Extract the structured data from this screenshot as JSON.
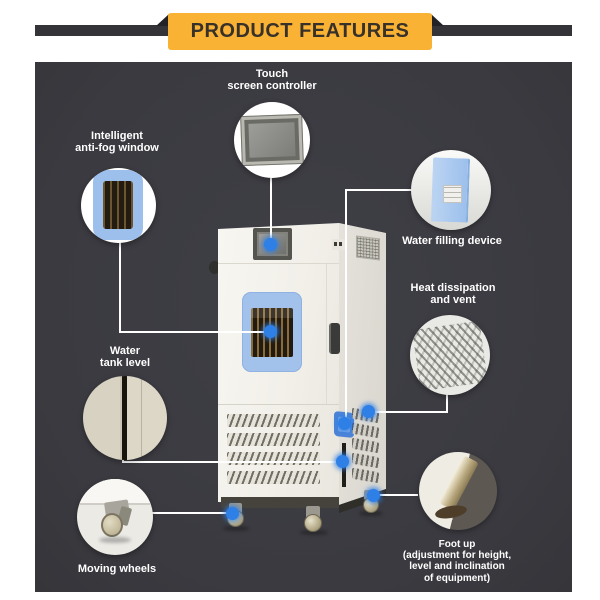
{
  "banner": {
    "title": "PRODUCT FEATURES"
  },
  "colors": {
    "accent_yellow": "#f9b233",
    "panel_bg": "#3a3a40",
    "dot_blue": "#2e7fe6",
    "window_blue": "#a2c2ec",
    "line_white": "#ffffff"
  },
  "features": [
    {
      "id": "touch-screen-controller",
      "lines": [
        "Touch",
        "screen controller"
      ]
    },
    {
      "id": "intelligent-anti-fog-window",
      "lines": [
        "Intelligent",
        "anti-fog window"
      ]
    },
    {
      "id": "water-filling-device",
      "lines": [
        "Water filling device"
      ]
    },
    {
      "id": "heat-dissipation-and-vent",
      "lines": [
        "Heat dissipation",
        "and vent"
      ]
    },
    {
      "id": "water-tank-level",
      "lines": [
        "Water",
        "tank level"
      ]
    },
    {
      "id": "moving-wheels",
      "lines": [
        "Moving wheels"
      ]
    },
    {
      "id": "foot-up",
      "lines": [
        "Foot up",
        "(adjustment for height,",
        "level and inclination",
        "of equipment)"
      ]
    }
  ]
}
